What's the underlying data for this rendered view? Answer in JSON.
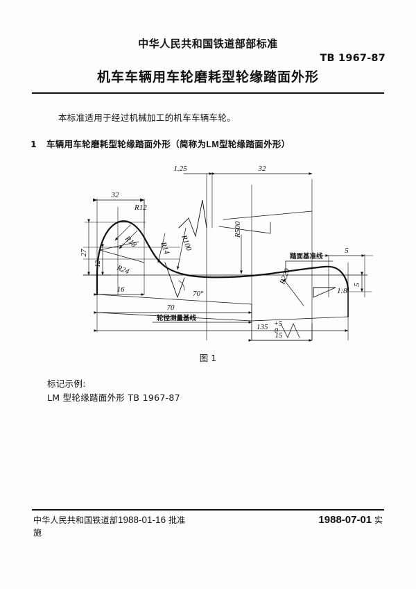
{
  "header": {
    "organization": "中华人民共和国铁道部部标准",
    "standard_number": "TB 1967-87",
    "title": "机车车辆用车轮磨耗型轮缘踏面外形"
  },
  "body": {
    "scope": "本标准适用于经过机械加工的机车车辆车轮。",
    "clause_1_number": "1",
    "clause_1_text": "车辆用车轮磨耗型轮缘踏面外形（简称为 LM 型轮缘踏面外形）",
    "clause_1_part_a": "车辆用车轮磨耗型轮缘踏面外形（简称为",
    "clause_1_lm": "LM",
    "clause_1_part_b": "型轮缘踏面外形）"
  },
  "figure": {
    "caption": "图 1",
    "title": "LM 型轮缘踏面外形",
    "dimensions": {
      "top_left_width": "32",
      "flange_tip_width": "1.25",
      "top_right_width": "32",
      "flange_height": "27",
      "inner_height": "12",
      "inner_offset": "16",
      "tread_length_70": "70",
      "flange_angle": "70°",
      "main_width": "135",
      "main_width_tol_upper": "+5",
      "main_width_tol_lower": "0",
      "outer_step": "15",
      "chamfer_width": "5",
      "chamfer_height": "5",
      "taper": "1:8"
    },
    "radii": [
      "R12",
      "R18",
      "R24",
      "R14",
      "R100",
      "R500",
      "R220"
    ],
    "labels": {
      "tread_datum_line": "踏面基准线",
      "wheel_dia_measure_line": "轮径测量基线"
    }
  },
  "marking": {
    "label": "标记示例:",
    "value": "LM 型轮缘踏面外形 TB 1967-87"
  },
  "footer": {
    "issuer": "中华人民共和国铁道部",
    "approve_date": "1988-01-16",
    "approve_word": "批准",
    "effective_date": "1988-07-01",
    "effective_word": "实",
    "effective_word_cont": "施"
  },
  "colors": {
    "ink": "#111111",
    "paper": "#fdfdfd"
  }
}
